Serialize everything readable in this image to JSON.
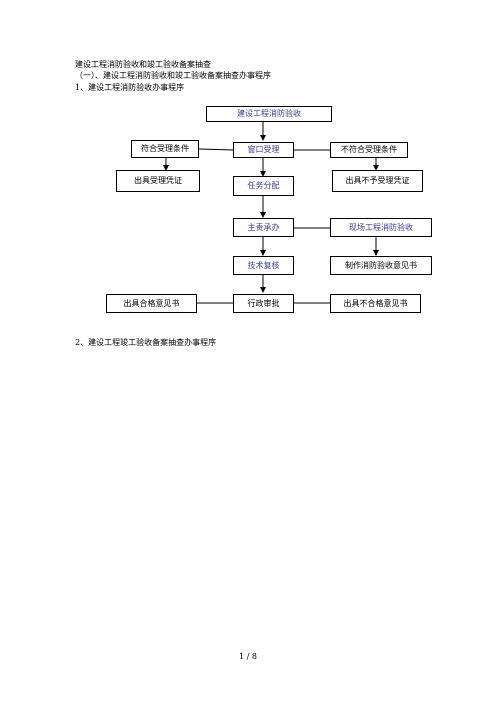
{
  "doc": {
    "title": "建设工程消防验收和竣工验收备案抽查",
    "section1": "（一）、建设工程消防验收和竣工验收备案抽查办事程序",
    "item1": "1、建设工程消防验收办事程序",
    "item2": "2、建设工程竣工验收备案抽查办事程序"
  },
  "flow": {
    "start": "建设工程消防验收",
    "meets": "符合受理条件",
    "window": "窗口受理",
    "not_meets": "不符合受理条件",
    "issue_receipt": "出具受理凭证",
    "assign": "任务分配",
    "issue_reject": "出具不予受理凭证",
    "officer": "主责承办",
    "site_inspection": "现场工程消防验收",
    "review": "技术复核",
    "make_opinion": "制作消防验收意见书",
    "issue_pass": "出具合格意见书",
    "approve": "行政审批",
    "issue_fail": "出具不合格意见书"
  },
  "footer": {
    "page": "1 / 8"
  }
}
